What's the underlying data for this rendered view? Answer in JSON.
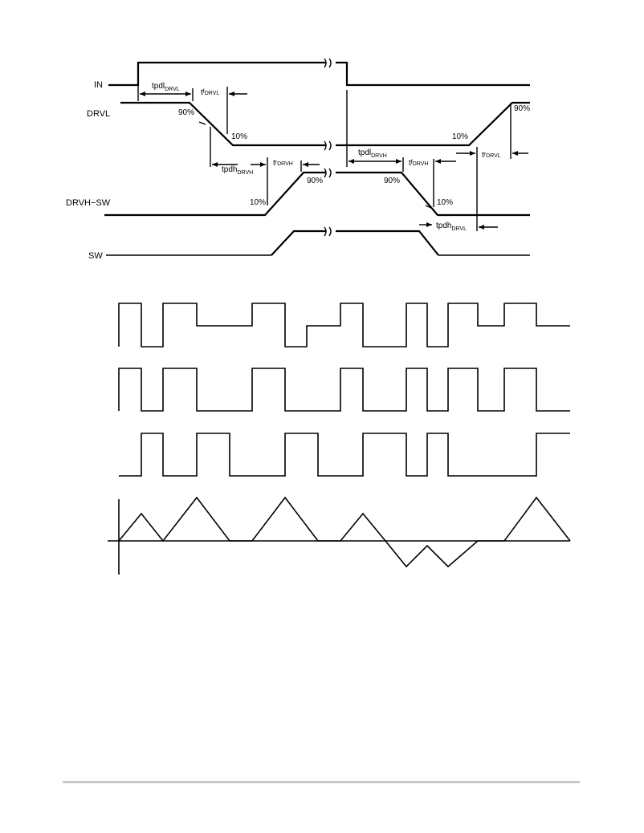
{
  "timing": {
    "signals": {
      "in": "IN",
      "drvl": "DRVL",
      "drvh_sw": "DRVH−SW",
      "sw": "SW"
    },
    "params": {
      "tpdl_drvl": {
        "main": "tpdl",
        "sub": "DRVL"
      },
      "tf_drvl": {
        "main": "t",
        "sub_small": "f",
        "sub": "DRVL"
      },
      "tpdh_drvh": {
        "main": "tpdh",
        "sub": "DRVH"
      },
      "tr_drvh": {
        "main": "t",
        "sub_small": "r",
        "sub": "DRVH"
      },
      "tpdl_drvh": {
        "main": "tpdl",
        "sub": "DRVH"
      },
      "tf_drvh": {
        "main": "t",
        "sub_small": "f",
        "sub": "DRVH"
      },
      "tpdh_drvl": {
        "main": "tpdh",
        "sub": "DRVL"
      },
      "tr_drvl": {
        "main": "t",
        "sub_small": "r",
        "sub": "DRVL"
      }
    },
    "levels": {
      "p90_drvl_fall": "90%",
      "p10_drvl_fall": "10%",
      "p10_drvh_rise": "10%",
      "p90_drvh_rise": "90%",
      "p90_drvh_fall": "90%",
      "p10_drvh_fall": "10%",
      "p10_drvl_rise": "10%",
      "p90_drvl_rise": "90%"
    }
  }
}
